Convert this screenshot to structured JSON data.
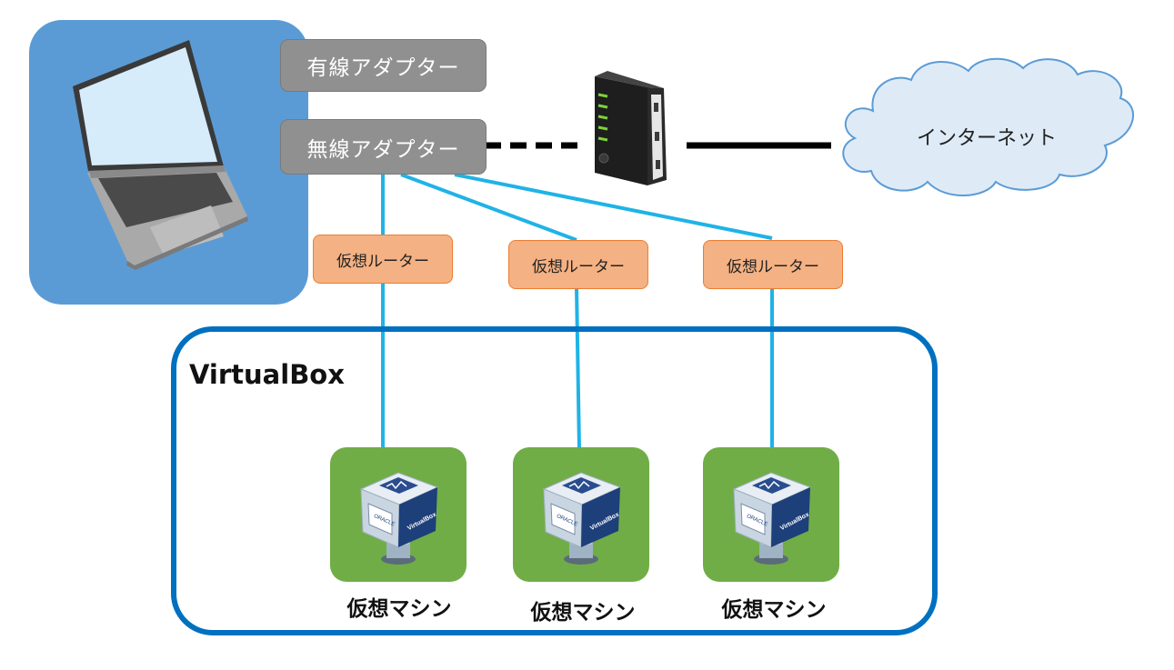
{
  "adapters": {
    "wired": "有線アダプター",
    "wireless": "無線アダプター"
  },
  "internet": {
    "label": "インターネット"
  },
  "virtualbox": {
    "title": "VirtualBox"
  },
  "virtual_routers": [
    {
      "label": "仮想ルーター"
    },
    {
      "label": "仮想ルーター"
    },
    {
      "label": "仮想ルーター"
    }
  ],
  "virtual_machines": [
    {
      "label": "仮想マシン"
    },
    {
      "label": "仮想マシン"
    },
    {
      "label": "仮想マシン"
    }
  ],
  "logo_text": {
    "vendor": "ORACLE",
    "product": "VirtualBox"
  },
  "icons": [
    "laptop-icon",
    "router-icon",
    "cloud-icon",
    "virtualbox-logo-icon"
  ],
  "colors": {
    "host_box": "#5b9bd5",
    "adapter": "#909090",
    "link": "#1fb3e6",
    "vrouter_fill": "#f4b183",
    "vrouter_border": "#ed7d31",
    "vbox_frame": "#0070c0",
    "vm_tile": "#70ad47",
    "cloud_fill": "#deebf7",
    "cloud_stroke": "#5b9bd5"
  }
}
